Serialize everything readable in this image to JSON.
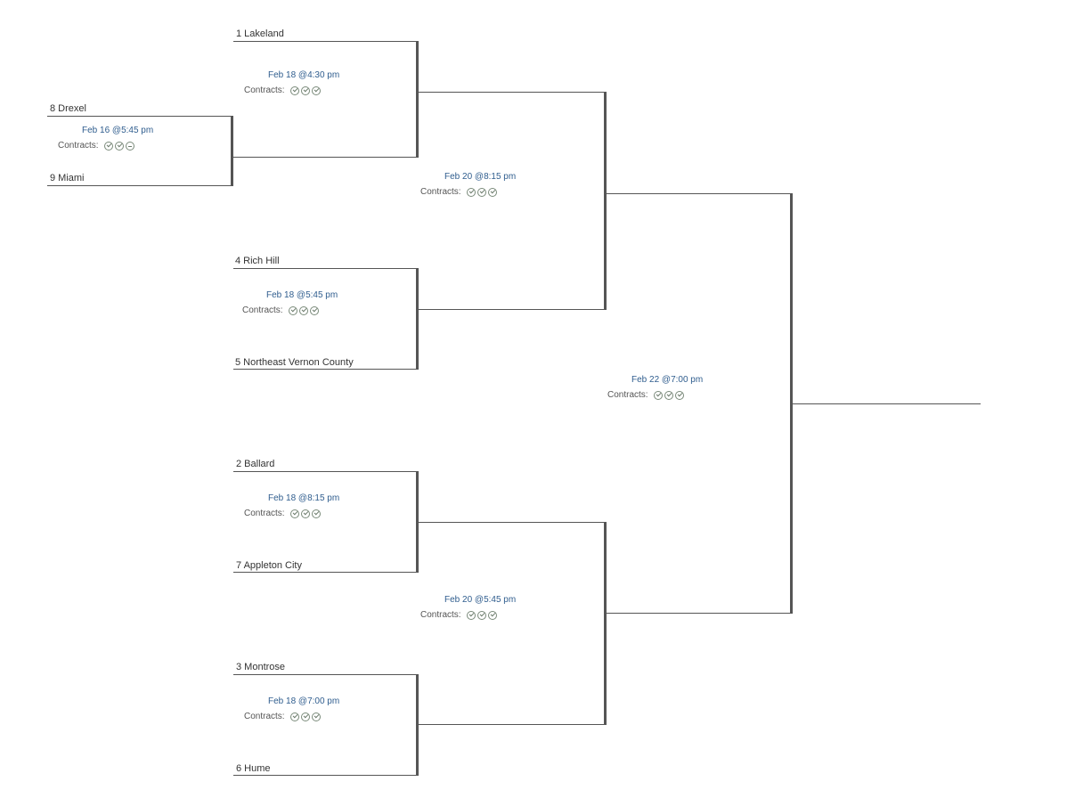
{
  "round1": {
    "team_top": "8 Drexel",
    "team_bottom": "9 Miami",
    "date": "Feb 16 @5:45 pm",
    "contracts_label": "Contracts:",
    "contracts_icons": [
      "check-circle-icon",
      "check-circle-icon",
      "dash-circle-icon"
    ]
  },
  "quarterfinals": [
    {
      "team_top": "1 Lakeland",
      "team_bottom": "",
      "date": "Feb 18 @4:30 pm",
      "contracts_label": "Contracts:"
    },
    {
      "team_top": "4 Rich Hill",
      "team_bottom": "5 Northeast Vernon County",
      "date": "Feb 18 @5:45 pm",
      "contracts_label": "Contracts:"
    },
    {
      "team_top": "2 Ballard",
      "team_bottom": "7 Appleton City",
      "date": "Feb 18 @8:15 pm",
      "contracts_label": "Contracts:"
    },
    {
      "team_top": "3 Montrose",
      "team_bottom": "6 Hume",
      "date": "Feb 18 @7:00 pm",
      "contracts_label": "Contracts:"
    }
  ],
  "semifinals": [
    {
      "date": "Feb 20 @8:15 pm",
      "contracts_label": "Contracts:"
    },
    {
      "date": "Feb 20 @5:45 pm",
      "contracts_label": "Contracts:"
    }
  ],
  "final": {
    "date": "Feb 22 @7:00 pm",
    "contracts_label": "Contracts:"
  },
  "contracts_icon_default": "check-circle-icon"
}
